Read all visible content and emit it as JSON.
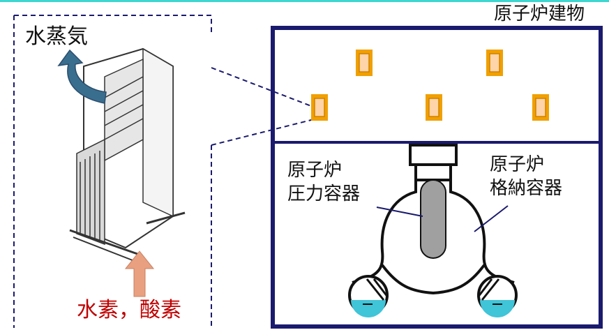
{
  "labels": {
    "steam": "水蒸気",
    "building": "原子炉建物",
    "pressure_vessel_line1": "原子炉",
    "pressure_vessel_line2": "圧力容器",
    "containment_line1": "原子炉",
    "containment_line2": "格納容器",
    "inputs": "水素，酸素"
  },
  "icons": {
    "recombiner": "recombiner-device-icon",
    "steam_arrow": "curved-up-arrow-icon",
    "input_arrow": "up-arrow-icon"
  },
  "colors": {
    "building_outline": "#1a1a6e",
    "callout_dash": "#1a1a6e",
    "recombiner_unit": "#f0a000",
    "recombiner_inner": "#ffd4a8",
    "steam_arrow": "#3a6e8e",
    "input_arrow": "#e8a080",
    "input_label": "#c00000",
    "vessel": "#a0a0a0",
    "pool_water": "#40c4d8",
    "accent_line": "#3fd6d0"
  }
}
